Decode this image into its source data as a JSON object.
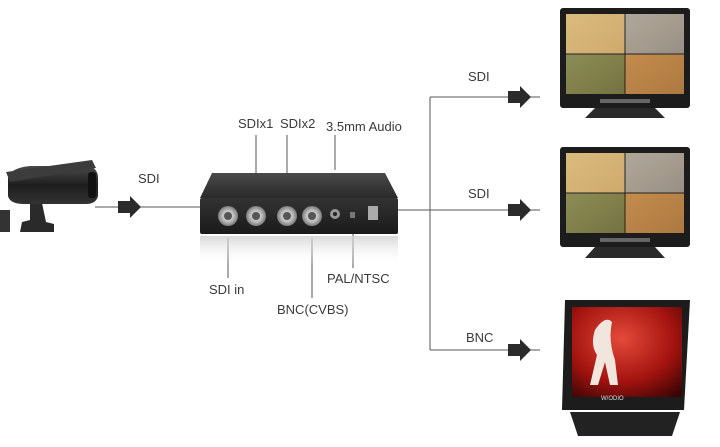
{
  "labels": {
    "camera_out": "SDI",
    "sdi_x1": "SDIx1",
    "sdi_x2": "SDIx2",
    "audio": "3.5mm Audio",
    "sdi_in": "SDI in",
    "bnc_cvbs": "BNC(CVBS)",
    "pal_ntsc": "PAL/NTSC",
    "out_top": "SDI",
    "out_mid": "SDI",
    "out_bottom": "BNC"
  },
  "monitor_brand": "W/ODIO",
  "colors": {
    "line": "#555555",
    "arrow": "#2b2b2b",
    "device_body": "#2a2a2a",
    "monitor_frame": "#1c1c1c",
    "screen_red": "#b21818"
  }
}
